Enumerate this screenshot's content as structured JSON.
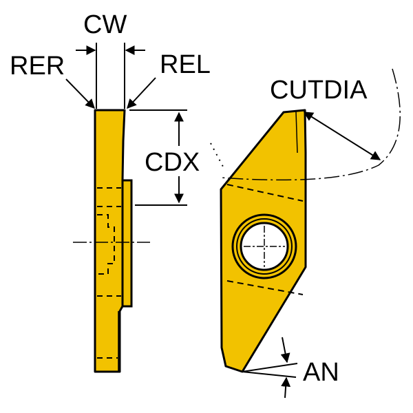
{
  "labels": {
    "cw": "CW",
    "rer": "RER",
    "rel": "REL",
    "cdx": "CDX",
    "cutdia": "CUTDIA",
    "an": "AN"
  },
  "colors": {
    "insert_fill": "#F2C200",
    "insert_outline": "#000000",
    "hole_white": "#FFFFFF",
    "background": "#FFFFFF"
  }
}
